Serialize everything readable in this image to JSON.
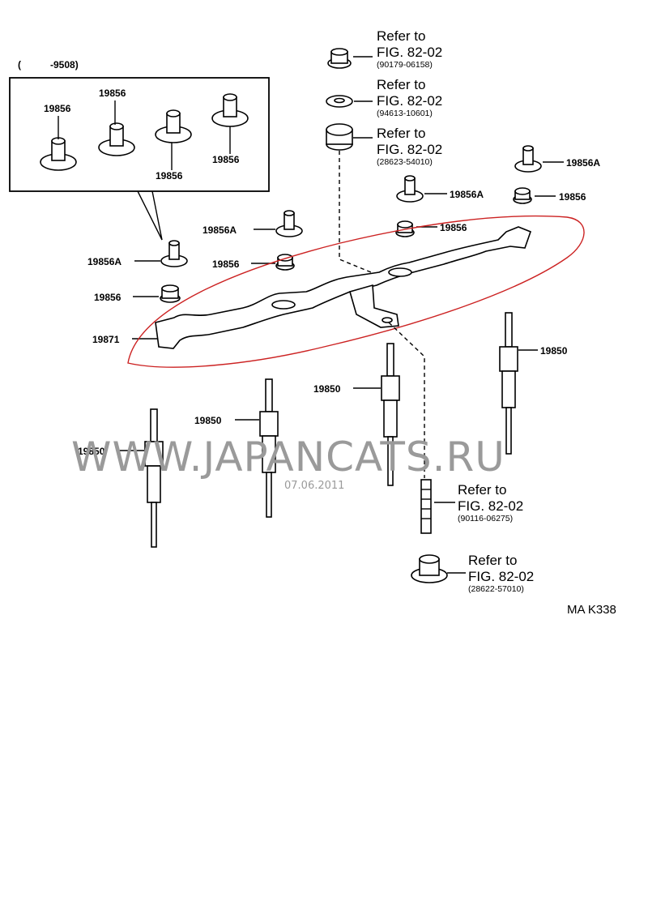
{
  "inset": {
    "range_open": "(",
    "range_end": "-9508)",
    "labels": [
      "19856",
      "19856",
      "19856",
      "19856"
    ]
  },
  "parts": {
    "bolt_19856a_upper": "19856A",
    "bolt_19856a_left": "19856A",
    "nut_19856_left": "19856",
    "nut_19856_center": "19856",
    "bolt_19856a_right": "19856A",
    "nut_19856_top": "19856",
    "bolt_19856a_far_right": "19856A",
    "nut_19856_far_right": "19856",
    "bus_bar_19871": "19871",
    "glow_plug_a": "19850",
    "glow_plug_b": "19850",
    "glow_plug_c": "19850",
    "glow_plug_d": "19850"
  },
  "references": [
    {
      "line1": "Refer to",
      "line2": "FIG. 82-02",
      "part_number": "(90179-06158)"
    },
    {
      "line1": "Refer to",
      "line2": "FIG. 82-02",
      "part_number": "(94613-10601)"
    },
    {
      "line1": "Refer to",
      "line2": "FIG. 82-02",
      "part_number": "(28623-54010)"
    },
    {
      "line1": "Refer to",
      "line2": "FIG. 82-02",
      "part_number": "(90116-06275)"
    },
    {
      "line1": "Refer to",
      "line2": "FIG. 82-02",
      "part_number": "(28622-57010)"
    }
  ],
  "watermark": {
    "text": "WWW.JAPANCATS.RU",
    "date": "07.06.2011"
  },
  "diagram_code": "MA K338",
  "colors": {
    "line": "#000000",
    "highlight": "#cc2222",
    "watermark": "#9a9a9a"
  }
}
